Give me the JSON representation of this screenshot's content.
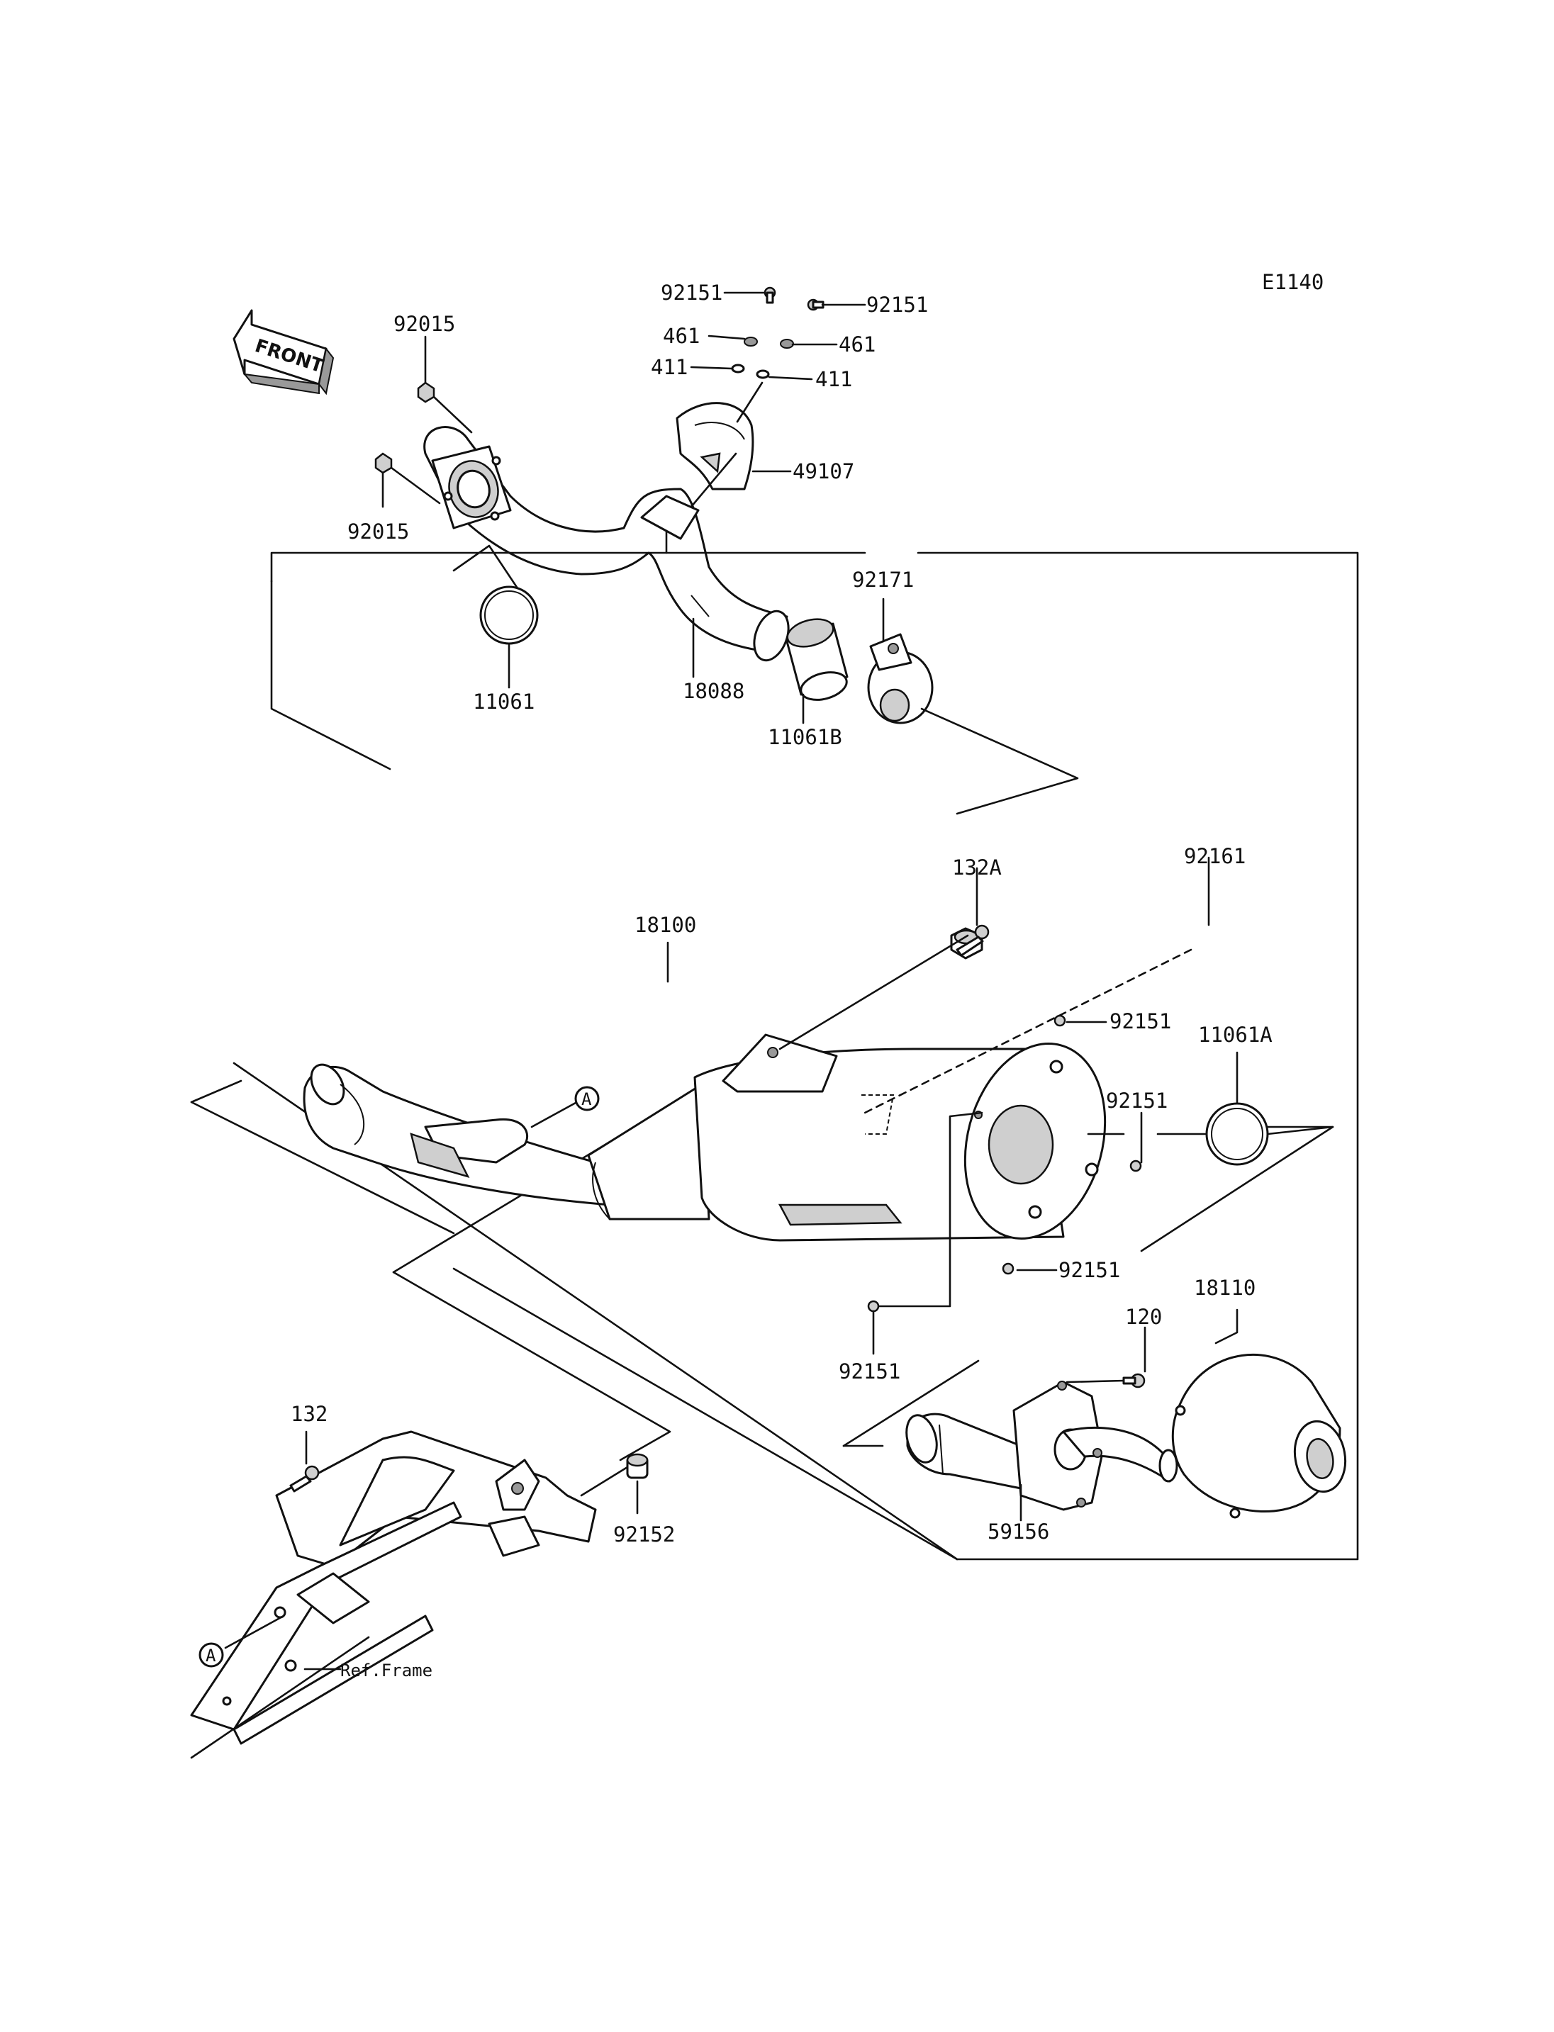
{
  "diagram_code": "E1140",
  "direction_indicator": "FRONT",
  "callout_letter": "A",
  "reference_note": "Ref.Frame",
  "part_labels": {
    "p92151_a": "92151",
    "p92151_b": "92151",
    "p461_a": "461",
    "p461_b": "461",
    "p411_a": "411",
    "p411_b": "411",
    "p49107": "49107",
    "p92015_a": "92015",
    "p92015_b": "92015",
    "p11061": "11061",
    "p18088": "18088",
    "p11061b": "11061B",
    "p92171": "92171",
    "p132a": "132A",
    "p92161": "92161",
    "p18100": "18100",
    "p92151_c": "92151",
    "p11061a": "11061A",
    "p92151_d": "92151",
    "p92151_e": "92151",
    "p92151_f": "92151",
    "p18110": "18110",
    "p120": "120",
    "p59156": "59156",
    "p132": "132",
    "p92152": "92152"
  }
}
